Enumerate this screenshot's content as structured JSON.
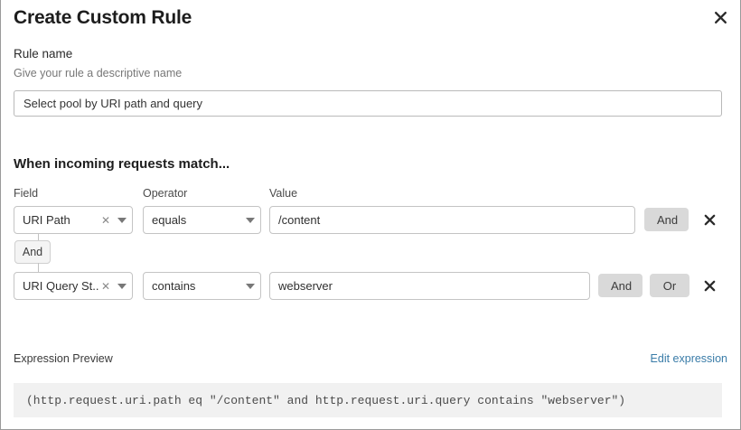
{
  "dialog": {
    "title": "Create Custom Rule",
    "close_icon": "close-icon"
  },
  "rule_name": {
    "label": "Rule name",
    "help_text": "Give your rule a descriptive name",
    "value": "Select pool by URI path and query",
    "placeholder": ""
  },
  "conditions": {
    "heading": "When incoming requests match...",
    "columns": {
      "field": "Field",
      "operator": "Operator",
      "value": "Value"
    },
    "group_logic": "And",
    "rows": [
      {
        "field": "URI Path",
        "operator": "equals",
        "value": "/content",
        "clear_icon": "close-small-icon",
        "chevron_icon": "chevron-down-icon",
        "buttons": [
          "And"
        ],
        "delete_icon": "delete-icon"
      },
      {
        "field": "URI Query St...",
        "operator": "contains",
        "value": "webserver",
        "clear_icon": "close-small-icon",
        "chevron_icon": "chevron-down-icon",
        "buttons": [
          "And",
          "Or"
        ],
        "delete_icon": "delete-icon"
      }
    ]
  },
  "expression": {
    "label": "Expression Preview",
    "edit_link": "Edit expression",
    "text": "(http.request.uri.path eq \"/content\" and http.request.uri.query contains \"webserver\")"
  },
  "colors": {
    "link": "#3a7ca8",
    "button_bg": "#d9d9d9",
    "preview_bg": "#f1f1f1",
    "border": "#c4c4c4"
  }
}
